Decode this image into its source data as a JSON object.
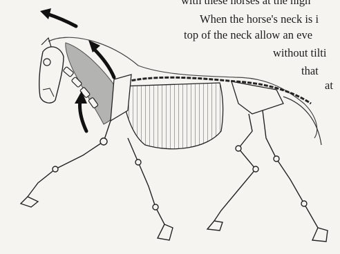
{
  "text_lines": [
    "with these horses at the high",
    "When the horse's neck is i",
    "top of the neck allow an eve",
    "without tilti",
    "that",
    "at"
  ],
  "illustration": {
    "subject": "horse skeleton with muscle overlay",
    "icons": [
      "up-left-arrow-icon",
      "down-right-arrow-icon",
      "up-arrow-icon"
    ]
  },
  "colors": {
    "paper": "#f5f4f0",
    "ink": "#1c1c1c",
    "muscle_shade": "#a8a8a8"
  }
}
